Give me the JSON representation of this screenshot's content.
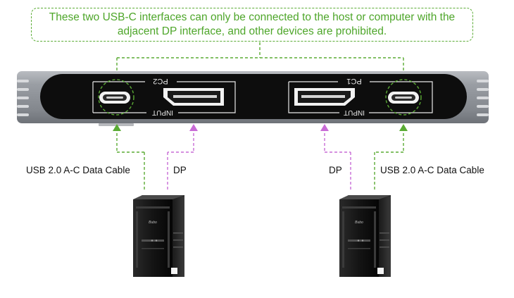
{
  "callout": {
    "line1": "These two USB-C interfaces can only be connected to the host or computer with the",
    "line2": "adjacent DP interface, and other devices are prohibited."
  },
  "device": {
    "left_port_group_label": "PC2",
    "right_port_group_label": "PC1",
    "input_label_left": "INPUT",
    "input_label_right": "INPUT"
  },
  "cables": {
    "left_usb": "USB 2.0 A-C Data Cable",
    "left_dp": "DP",
    "right_dp": "DP",
    "right_usb": "USB 2.0 A-C Data Cable"
  },
  "computers": {
    "left_brand": "Bubo",
    "right_brand": "Bubo"
  },
  "colors": {
    "usb_line": "#5aab34",
    "dp_line": "#c86bd6",
    "device_shell": "#8f9399",
    "panel": "#0d0d0d"
  }
}
